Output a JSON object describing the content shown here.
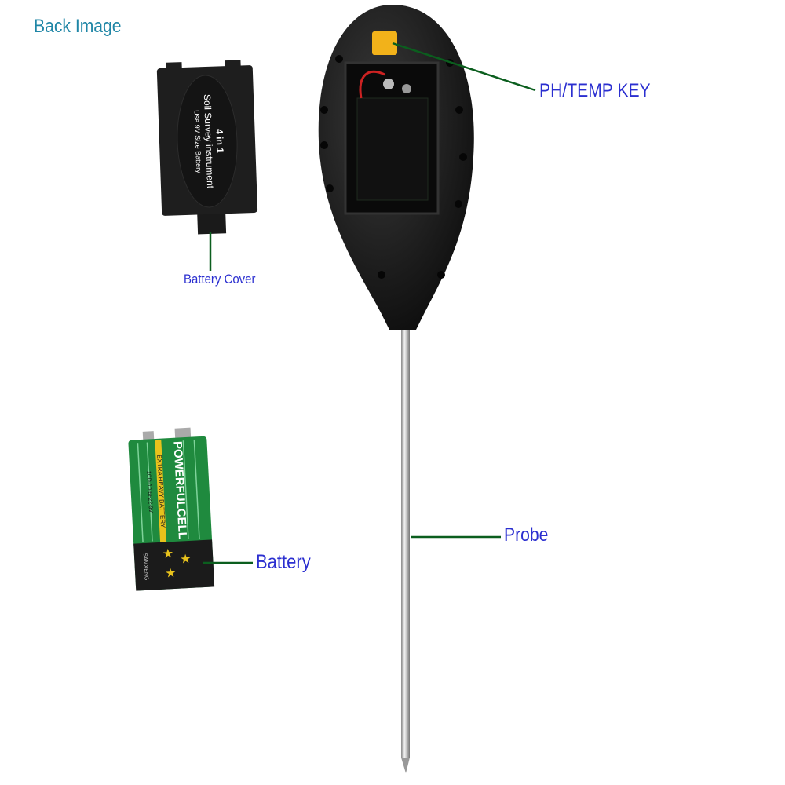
{
  "title": "Back Image",
  "labels": {
    "key": "PH/TEMP  KEY",
    "battery_cover": "Battery Cover",
    "probe": "Probe",
    "battery": "Battery"
  },
  "battery_cover_print": {
    "line1": "4 in 1",
    "line2": "Soil Survey instrument",
    "line3": "Use 9V Size Battery"
  },
  "battery_print": {
    "brand": "POWERFULCELL",
    "type": "EXTRA HEAVY BATTERY",
    "code": "1CD-10-6F22-9V",
    "maker": "SAMXENG"
  },
  "colors": {
    "label": "#2b2fd0",
    "title": "#1f86a6",
    "leader": "#0b5e1e",
    "device": "#1c1c1c",
    "key": "#f2b21a"
  }
}
